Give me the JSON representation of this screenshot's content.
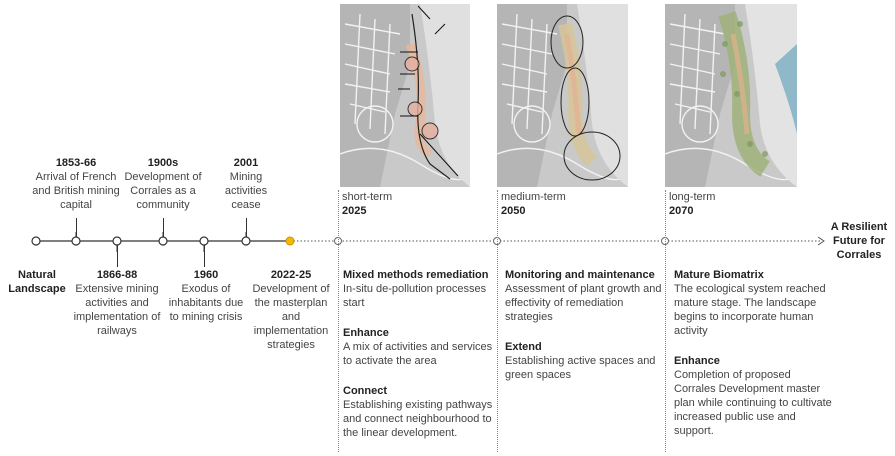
{
  "timeline": {
    "events_above": [
      {
        "year": "1853-66",
        "text": "Arrival of French and British mining capital"
      },
      {
        "year": "1900s",
        "text": "Development of Corrales as a community"
      },
      {
        "year": "2001",
        "text": "Mining activities cease"
      }
    ],
    "events_below": [
      {
        "year": "Natural Landscape",
        "text": ""
      },
      {
        "year": "1866-88",
        "text": "Extensive mining activities and implementation of railways"
      },
      {
        "year": "1960",
        "text": "Exodus of inhabitants due to mining crisis"
      },
      {
        "year": "2022-25",
        "text": "Development of the masterplan and implementation strategies"
      }
    ],
    "end_label": "A Resilient Future for Corrales",
    "highlight_color": "#f5b800"
  },
  "phases": [
    {
      "term": "short-term",
      "year": "2025",
      "items": [
        {
          "title": "Mixed methods remediation",
          "text": "In-situ de-pollution processes start"
        },
        {
          "title": "Enhance",
          "text": "A mix of activities and services to activate the area"
        },
        {
          "title": "Connect",
          "text": "Establishing existing pathways and connect neighbourhood to the linear development."
        }
      ]
    },
    {
      "term": "medium-term",
      "year": "2050",
      "items": [
        {
          "title": "Monitoring and maintenance",
          "text": "Assessment of plant growth and effectivity of remediation strategies"
        },
        {
          "title": "Extend",
          "text": "Establishing active spaces and green spaces"
        }
      ]
    },
    {
      "term": "long-term",
      "year": "2070",
      "items": [
        {
          "title": "Mature Biomatrix",
          "text": "The ecological system reached mature stage. The landscape begins to incorporate human activity"
        },
        {
          "title": "Enhance",
          "text": "Completion of proposed Corrales Development master plan while continuing to cultivate increased public use and support."
        }
      ]
    }
  ]
}
